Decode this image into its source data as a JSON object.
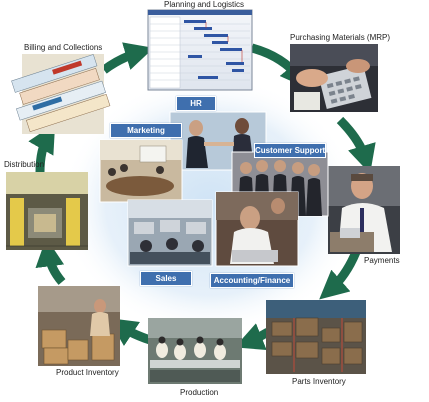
{
  "cycle": {
    "stages": [
      {
        "id": "planning",
        "label": "Planning and Logistics",
        "photo": "gantt-chart-screenshot"
      },
      {
        "id": "purchasing",
        "label": "Purchasing Materials (MRP)",
        "photo": "hands-on-calculator"
      },
      {
        "id": "payments",
        "label": "Payments",
        "photo": "man-at-desk-with-calculator"
      },
      {
        "id": "parts",
        "label": "Parts Inventory",
        "photo": "warehouse-shelves"
      },
      {
        "id": "production",
        "label": "Production",
        "photo": "assembly-line-workers"
      },
      {
        "id": "product_inventory",
        "label": "Product Inventory",
        "photo": "worker-with-boxes"
      },
      {
        "id": "distribution",
        "label": "Distribution",
        "photo": "loading-dock"
      },
      {
        "id": "billing",
        "label": "Billing and Collections",
        "photo": "stacked-invoices"
      }
    ]
  },
  "departments": [
    {
      "id": "hr",
      "label": "HR"
    },
    {
      "id": "marketing",
      "label": "Marketing"
    },
    {
      "id": "customer_support",
      "label": "Customer Support"
    },
    {
      "id": "sales",
      "label": "Sales"
    },
    {
      "id": "accounting",
      "label": "Accounting/Finance"
    }
  ],
  "colors": {
    "cycle_arrow": "#1e6b4c",
    "dept_label_bg": "#3f6fae",
    "center_glow": "#cfe3f5"
  }
}
